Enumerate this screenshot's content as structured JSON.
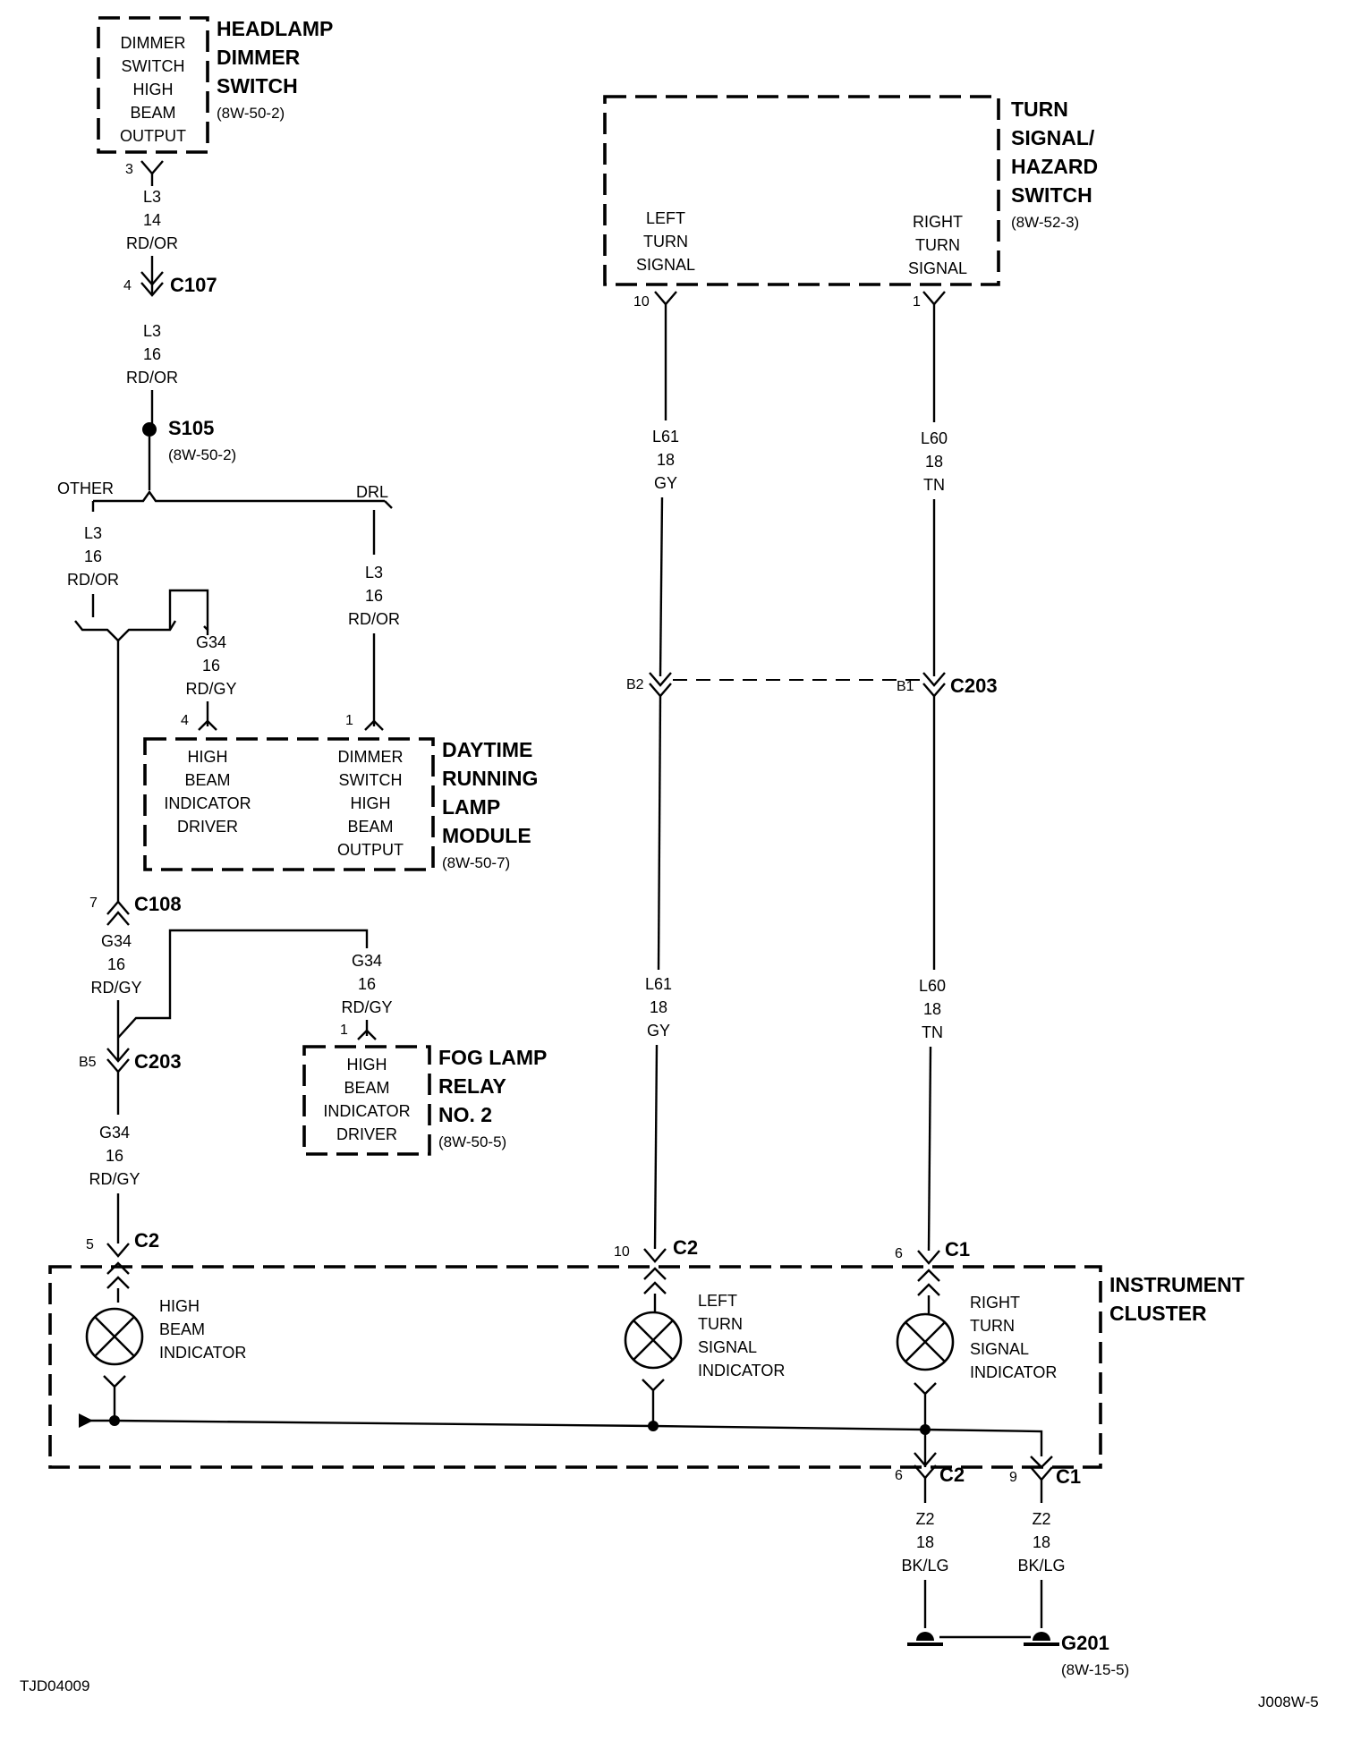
{
  "components": {
    "headlamp_dimmer_switch": {
      "title": [
        "HEADLAMP",
        "DIMMER",
        "SWITCH"
      ],
      "ref": "(8W-50-2)",
      "inner": [
        "DIMMER",
        "SWITCH",
        "HIGH",
        "BEAM",
        "OUTPUT"
      ],
      "pin": "3"
    },
    "turn_signal_hazard_switch": {
      "title": [
        "TURN",
        "SIGNAL/",
        "HAZARD",
        "SWITCH"
      ],
      "ref": "(8W-52-3)",
      "left_inner": [
        "LEFT",
        "TURN",
        "SIGNAL"
      ],
      "right_inner": [
        "RIGHT",
        "TURN",
        "SIGNAL"
      ],
      "left_pin": "10",
      "right_pin": "1"
    },
    "drl_module": {
      "title": [
        "DAYTIME",
        "RUNNING",
        "LAMP",
        "MODULE"
      ],
      "ref": "(8W-50-7)",
      "left_inner": [
        "HIGH",
        "BEAM",
        "INDICATOR",
        "DRIVER"
      ],
      "right_inner": [
        "DIMMER",
        "SWITCH",
        "HIGH",
        "BEAM",
        "OUTPUT"
      ],
      "left_pin": "4",
      "right_pin": "1"
    },
    "fog_lamp_relay": {
      "title": [
        "FOG LAMP",
        "RELAY",
        "NO. 2"
      ],
      "ref": "(8W-50-5)",
      "inner": [
        "HIGH",
        "BEAM",
        "INDICATOR",
        "DRIVER"
      ],
      "pin": "1"
    },
    "instrument_cluster": {
      "title": [
        "INSTRUMENT",
        "CLUSTER"
      ],
      "high_beam_indicator": [
        "HIGH",
        "BEAM",
        "INDICATOR"
      ],
      "left_turn_indicator": [
        "LEFT",
        "TURN",
        "SIGNAL",
        "INDICATOR"
      ],
      "right_turn_indicator": [
        "RIGHT",
        "TURN",
        "SIGNAL",
        "INDICATOR"
      ]
    }
  },
  "wires": {
    "l3_14": [
      "L3",
      "14",
      "RD/OR"
    ],
    "l3_16_a": [
      "L3",
      "16",
      "RD/OR"
    ],
    "l3_16_other": [
      "L3",
      "16",
      "RD/OR"
    ],
    "l3_16_drl": [
      "L3",
      "16",
      "RD/OR"
    ],
    "g34_drl": [
      "G34",
      "16",
      "RD/GY"
    ],
    "g34_c108": [
      "G34",
      "16",
      "RD/GY"
    ],
    "g34_fog": [
      "G34",
      "16",
      "RD/GY"
    ],
    "g34_c203": [
      "G34",
      "16",
      "RD/GY"
    ],
    "l61_top": [
      "L61",
      "18",
      "GY"
    ],
    "l60_top": [
      "L60",
      "18",
      "TN"
    ],
    "l61_bottom": [
      "L61",
      "18",
      "GY"
    ],
    "l60_bottom": [
      "L60",
      "18",
      "TN"
    ],
    "z2_left": [
      "Z2",
      "18",
      "BK/LG"
    ],
    "z2_right": [
      "Z2",
      "18",
      "BK/LG"
    ]
  },
  "connectors": {
    "c107": {
      "name": "C107",
      "pin": "4"
    },
    "c108": {
      "name": "C108",
      "pin": "7"
    },
    "c203_left": {
      "name": "C203",
      "pin": "B5"
    },
    "c203_right": {
      "name": "C203",
      "pin_left": "B2",
      "pin_right": "B1"
    },
    "c2_high_beam": {
      "name": "C2",
      "pin": "5"
    },
    "c2_left_turn": {
      "name": "C2",
      "pin": "10"
    },
    "c1_right_turn": {
      "name": "C1",
      "pin": "6"
    },
    "c2_ground": {
      "name": "C2",
      "pin": "6"
    },
    "c1_ground": {
      "name": "C1",
      "pin": "9"
    }
  },
  "splice": {
    "name": "S105",
    "ref": "(8W-50-2)"
  },
  "branch_labels": {
    "other": "OTHER",
    "drl": "DRL"
  },
  "ground": {
    "name": "G201",
    "ref": "(8W-15-5)"
  },
  "footer": {
    "left_code": "TJD04009",
    "right_code": "J008W-5"
  }
}
